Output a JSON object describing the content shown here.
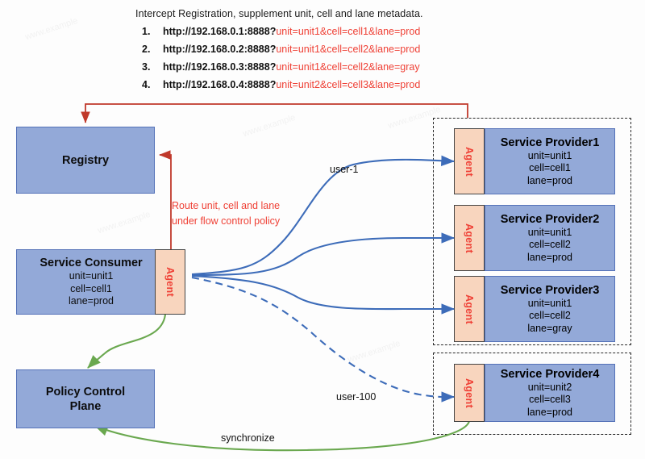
{
  "header": {
    "title": "Intercept Registration, supplement unit, cell and lane metadata.",
    "urls": [
      {
        "num": "1.",
        "base": "http://192.168.0.1:8888?",
        "query": "unit=unit1&cell=cell1&lane=prod"
      },
      {
        "num": "2.",
        "base": "http://192.168.0.2:8888?",
        "query": "unit=unit1&cell=cell2&lane=prod"
      },
      {
        "num": "3.",
        "base": "http://192.168.0.3:8888?",
        "query": "unit=unit1&cell=cell2&lane=gray"
      },
      {
        "num": "4.",
        "base": "http://192.168.0.4:8888?",
        "query": "unit=unit2&cell=cell3&lane=prod"
      }
    ]
  },
  "nodes": {
    "registry": {
      "title": "Registry"
    },
    "consumer": {
      "title": "Service Consumer",
      "unit": "unit=unit1",
      "cell": "cell=cell1",
      "lane": "lane=prod",
      "agent": "Agent"
    },
    "policy": {
      "title_line1": "Policy Control",
      "title_line2": "Plane"
    }
  },
  "providers": [
    {
      "title": "Service Provider1",
      "unit": "unit=unit1",
      "cell": "cell=cell1",
      "lane": "lane=prod",
      "agent": "Agent"
    },
    {
      "title": "Service Provider2",
      "unit": "unit=unit1",
      "cell": "cell=cell2",
      "lane": "lane=prod",
      "agent": "Agent"
    },
    {
      "title": "Service Provider3",
      "unit": "unit=unit1",
      "cell": "cell=cell2",
      "lane": "lane=gray",
      "agent": "Agent"
    },
    {
      "title": "Service Provider4",
      "unit": "unit=unit2",
      "cell": "cell=cell3",
      "lane": "lane=prod",
      "agent": "Agent"
    }
  ],
  "annotations": {
    "route_line1": "Route unit, cell and lane",
    "route_line2": "under flow control policy",
    "user_1": "user-1",
    "user_100": "user-100",
    "synchronize": "synchronize"
  },
  "colors": {
    "box_fill": "#93a9d8",
    "box_border": "#5572b8",
    "agent_fill": "#f8d5be",
    "accent_red": "#ef4136",
    "arrow_red": "#c0392b",
    "arrow_blue": "#3d6cb9",
    "arrow_green": "#6aa84f"
  }
}
